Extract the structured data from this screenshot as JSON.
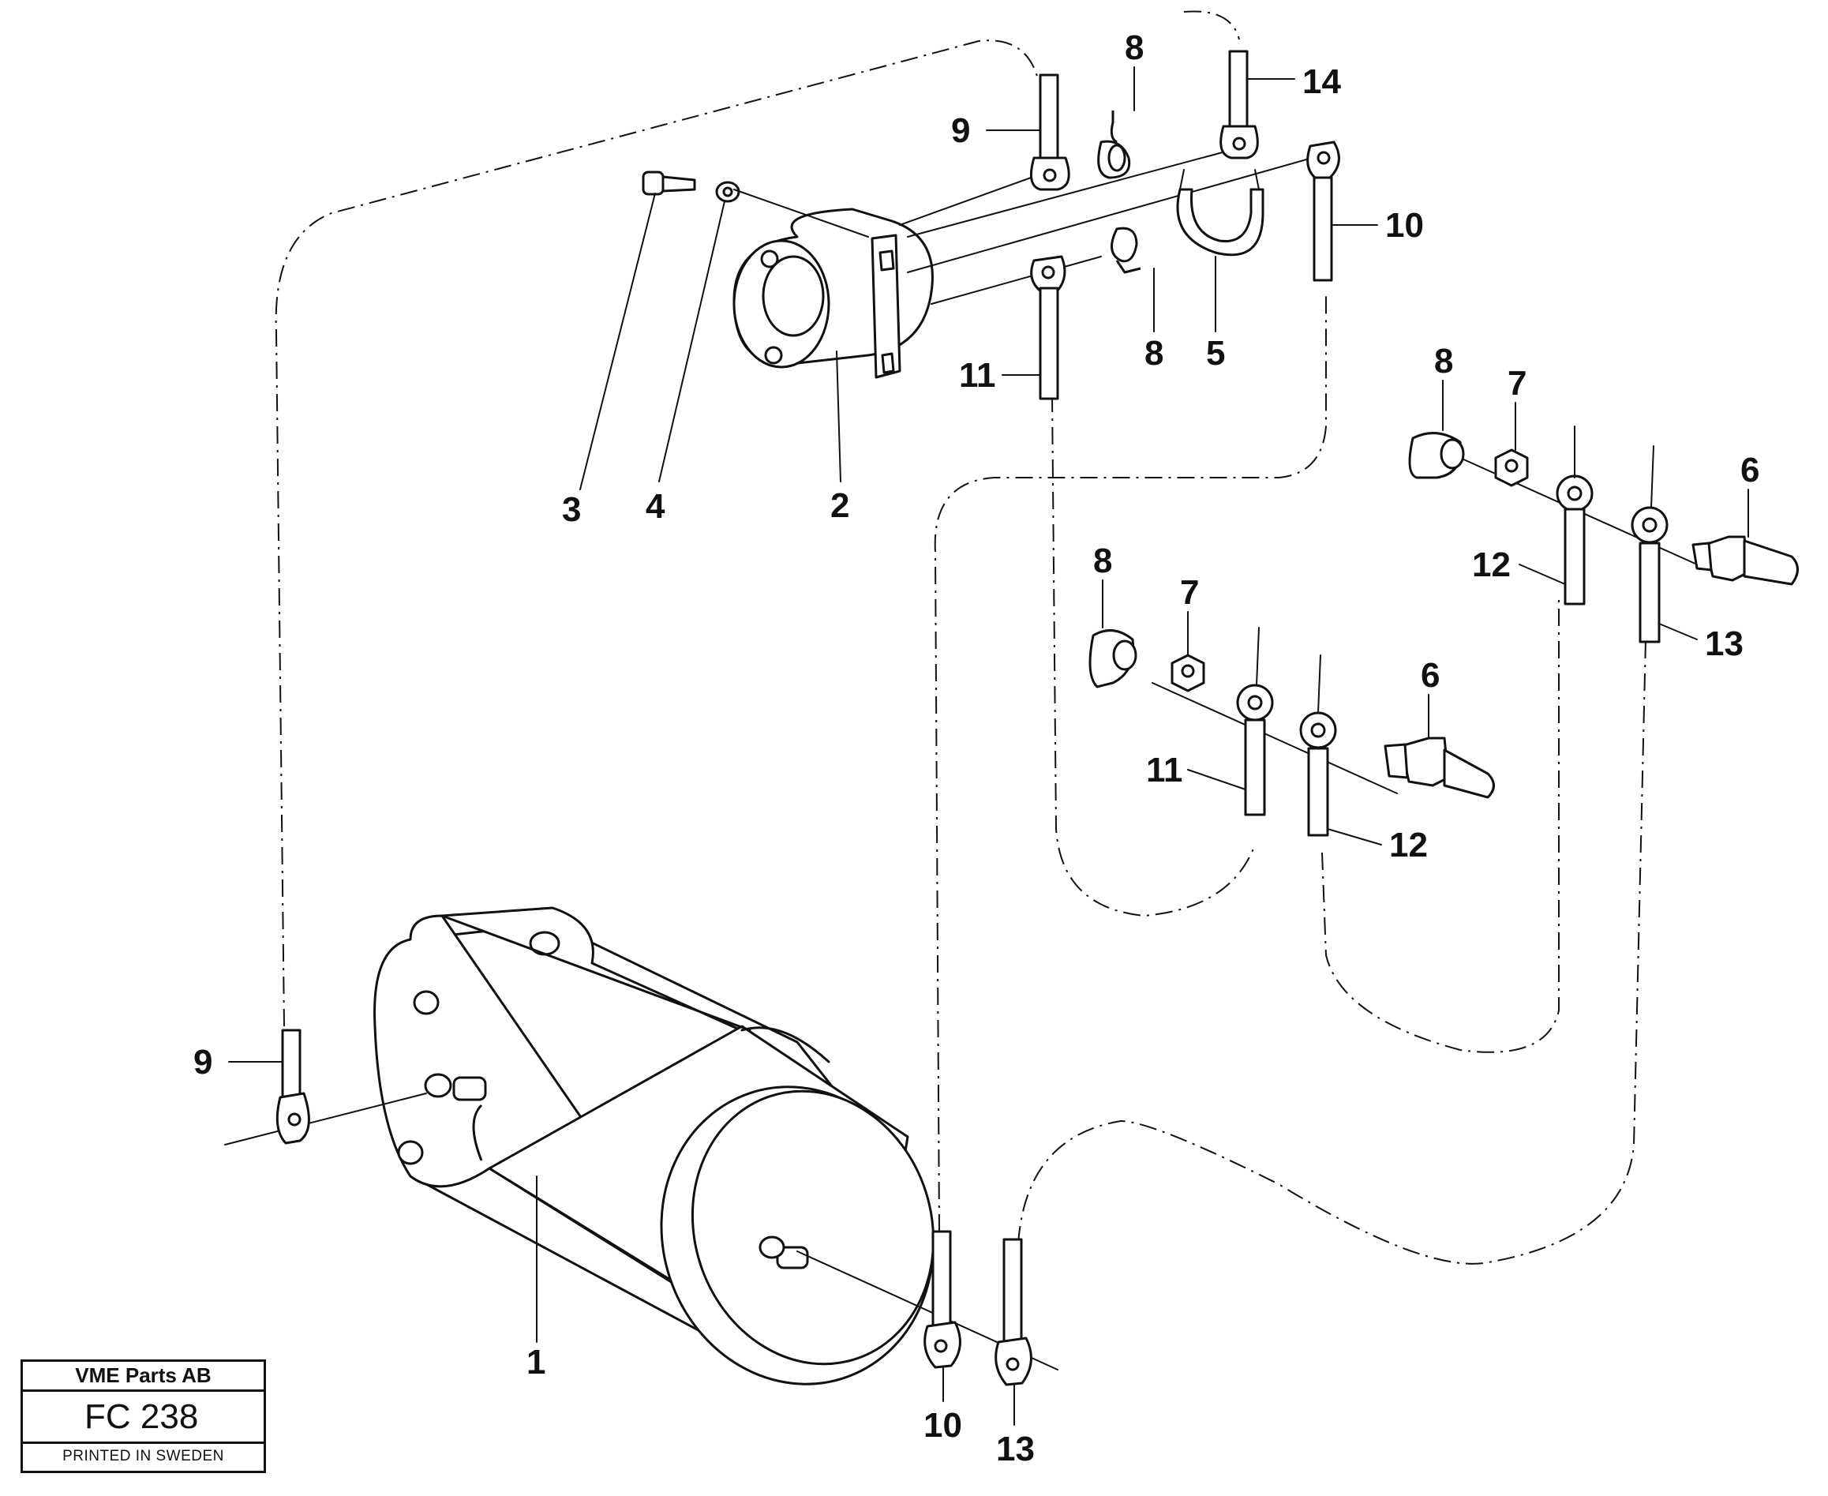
{
  "title_block": {
    "company": "VME Parts AB",
    "figure_code": "FC 238",
    "printed": "PRINTED IN SWEDEN"
  },
  "callouts": {
    "c1": "1",
    "c2": "2",
    "c3": "3",
    "c4": "4",
    "c5": "5",
    "c6a": "6",
    "c6b": "6",
    "c7a": "7",
    "c7b": "7",
    "c8a": "8",
    "c8b": "8",
    "c8c": "8",
    "c8d": "8",
    "c9a": "9",
    "c9b": "9",
    "c10a": "10",
    "c10b": "10",
    "c11a": "11",
    "c11b": "11",
    "c12a": "12",
    "c12b": "12",
    "c13a": "13",
    "c13b": "13",
    "c14": "14"
  }
}
